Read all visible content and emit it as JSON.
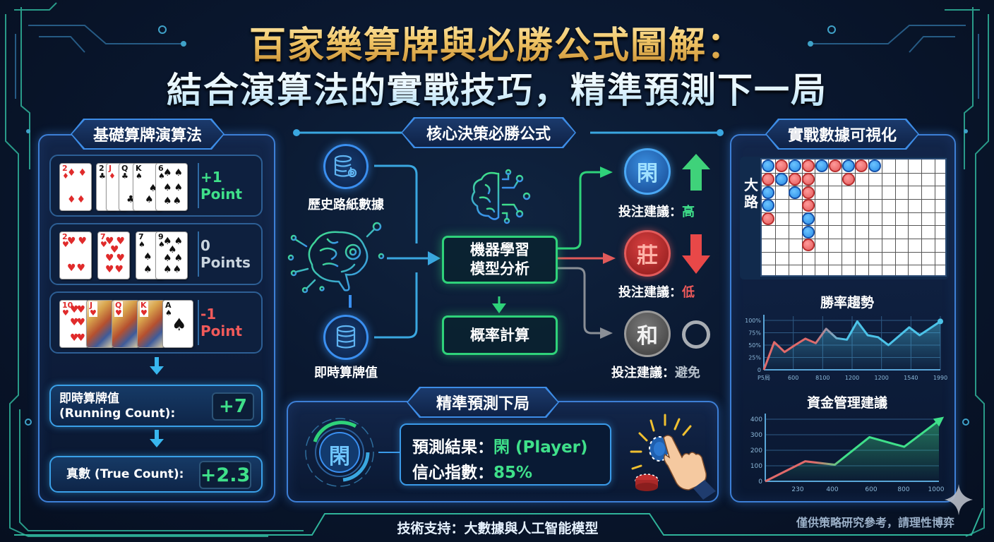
{
  "header": {
    "title_line1": "百家樂算牌與必勝公式圖解：",
    "title_line2": "結合演算法的實戰技巧，精準預測下一局"
  },
  "colors": {
    "background": "#0a1830",
    "panel_border": "#3d7fd6",
    "positive_green": "#3fe08a",
    "negative_red": "#f05a5a",
    "player_blue": "#2a8ce6",
    "banker_red": "#d63a3a",
    "tie_gray": "#777777",
    "title_gold": "#f2c86a"
  },
  "left_panel": {
    "title": "基礎算牌演算法",
    "rows": [
      {
        "cards": [
          "2♦",
          "2♣",
          "J♦",
          "Q♣",
          "K♠",
          "6♠"
        ],
        "points": "+1 Point",
        "tone": "positive"
      },
      {
        "cards": [
          "2♥",
          "7♥",
          "7♠",
          "9♠"
        ],
        "points": "0 Points",
        "tone": "neutral"
      },
      {
        "cards": [
          "10♥",
          "J♥",
          "Q♥",
          "K♥",
          "A♠"
        ],
        "points": "-1 Point",
        "tone": "negative"
      }
    ],
    "running_count": {
      "label_line1": "即時算牌值",
      "label_line2": "(Running Count):",
      "value": "+7"
    },
    "true_count": {
      "label": "真數 (True Count):",
      "value": "+2.3"
    }
  },
  "center_panel": {
    "title": "核心決策必勝公式",
    "inputs": [
      {
        "label": "歷史路紙數據",
        "icon": "database-gear-icon"
      },
      {
        "label": "即時算牌值",
        "icon": "database-icon"
      }
    ],
    "brain_icon": "brain-gear-icon",
    "ml_icon": "brain-circuit-icon",
    "ml_box": {
      "line1": "機器學習",
      "line2": "模型分析"
    },
    "prob_box": "概率計算",
    "outcomes": [
      {
        "symbol": "閑",
        "suggestion_label": "投注建議：",
        "suggestion_value": "高",
        "indicator": "arrow-up-icon",
        "color": "#3fe08a"
      },
      {
        "symbol": "莊",
        "suggestion_label": "投注建議：",
        "suggestion_value": "低",
        "indicator": "arrow-down-icon",
        "color": "#f05a5a"
      },
      {
        "symbol": "和",
        "suggestion_label": "投注建議：",
        "suggestion_value": "避免",
        "indicator": "ring-icon",
        "color": "#b8c2cc"
      }
    ]
  },
  "prediction_panel": {
    "title": "精準預測下局",
    "badge": "閑",
    "result_label": "預測結果：",
    "result_value": "閑 (Player)",
    "confidence_label": "信心指數：",
    "confidence_value": "85%"
  },
  "right_panel": {
    "title": "實戰數據可視化",
    "big_road": {
      "label": "大路",
      "rows": 9,
      "cols": 14,
      "cells": [
        {
          "r": 0,
          "c": 0,
          "v": "P"
        },
        {
          "r": 0,
          "c": 1,
          "v": "B"
        },
        {
          "r": 0,
          "c": 2,
          "v": "P"
        },
        {
          "r": 0,
          "c": 3,
          "v": "B"
        },
        {
          "r": 0,
          "c": 4,
          "v": "P"
        },
        {
          "r": 0,
          "c": 5,
          "v": "B"
        },
        {
          "r": 0,
          "c": 6,
          "v": "P"
        },
        {
          "r": 0,
          "c": 7,
          "v": "B"
        },
        {
          "r": 0,
          "c": 8,
          "v": "P"
        },
        {
          "r": 1,
          "c": 0,
          "v": "B"
        },
        {
          "r": 1,
          "c": 1,
          "v": "P"
        },
        {
          "r": 1,
          "c": 2,
          "v": "B"
        },
        {
          "r": 1,
          "c": 3,
          "v": "B"
        },
        {
          "r": 1,
          "c": 6,
          "v": "B"
        },
        {
          "r": 2,
          "c": 0,
          "v": "P"
        },
        {
          "r": 2,
          "c": 2,
          "v": "P"
        },
        {
          "r": 2,
          "c": 3,
          "v": "B"
        },
        {
          "r": 3,
          "c": 0,
          "v": "P"
        },
        {
          "r": 3,
          "c": 3,
          "v": "B"
        },
        {
          "r": 4,
          "c": 0,
          "v": "B"
        },
        {
          "r": 4,
          "c": 3,
          "v": "P"
        },
        {
          "r": 5,
          "c": 3,
          "v": "P"
        },
        {
          "r": 6,
          "c": 3,
          "v": "B"
        }
      ]
    }
  },
  "chart_data": [
    {
      "type": "line",
      "title": "勝率趨勢",
      "x_tick_labels": [
        "P5局",
        "600",
        "8100",
        "1200",
        "1200",
        "1540",
        "1990"
      ],
      "y_tick_labels": [
        "0",
        "25%",
        "50%",
        "75%",
        "100%"
      ],
      "ylim": [
        0,
        100
      ],
      "values": [
        0,
        56,
        36,
        50,
        63,
        54,
        83,
        64,
        61,
        98,
        70,
        66,
        50,
        68,
        86,
        70,
        84,
        98
      ],
      "grid": true,
      "colors": {
        "start": "#e06a6a",
        "end": "#4cc3e8"
      }
    },
    {
      "type": "area",
      "title": "資金管理建議",
      "x_tick_labels": [
        "230",
        "400",
        "600",
        "800",
        "1000"
      ],
      "y_tick_labels": [
        "0",
        "100",
        "200",
        "300",
        "400"
      ],
      "ylim": [
        0,
        450
      ],
      "x": [
        0,
        230,
        400,
        600,
        800,
        1000
      ],
      "values": [
        0,
        145,
        120,
        320,
        250,
        440
      ],
      "grid": true,
      "colors": {
        "start": "#e06a6a",
        "end": "#3fe08a"
      }
    }
  ],
  "footer": {
    "tech_support": "技術支持：大數據與人工智能模型",
    "disclaimer": "僅供策略研究參考，請理性博弈"
  }
}
